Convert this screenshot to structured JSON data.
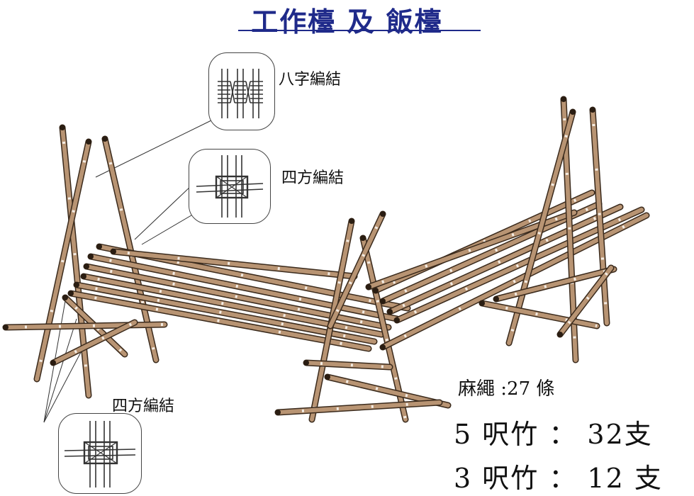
{
  "title": "工作檯 及 飯檯",
  "labels": {
    "figure_eight": "八字編結",
    "square_top": "四方編結",
    "square_bottom": "四方編結"
  },
  "materials": {
    "rope": "麻繩 :27 條",
    "bamboo_5": "5 呎竹 ： 32支",
    "bamboo_3": "3 呎竹 ： 12 支"
  },
  "colors": {
    "title": "#1f2a8a",
    "bamboo": "#b89473",
    "bamboo_edge": "#3a2a1c",
    "bamboo_tip": "#2a1d12"
  }
}
